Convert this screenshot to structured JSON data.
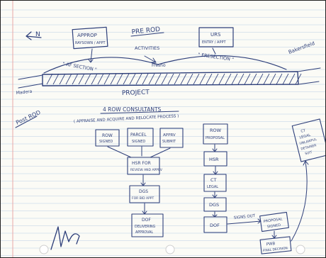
{
  "colors": {
    "paper": "#fbfbf6",
    "rule_line": "#b9cde4",
    "margin_line": "#e8a7a7",
    "ink": "#2e3f7a",
    "border": "#222222"
  },
  "direction_note": "N",
  "phase_pre": "PRE ROD",
  "pre_activities": "ACTIVITIES",
  "box_approp": {
    "line1": "APPROP",
    "line2": "RAYSOWN / APPT"
  },
  "box_urs": {
    "line1": "URS",
    "line2": "ENTRY / APPT"
  },
  "segment_left": "\" AF SECTION \"",
  "segment_right": "\" FRESECTION \"",
  "label_end": "Bakersfield",
  "label_start": "Madera",
  "label_fresno": "Fresno",
  "project_label": "PROJECT",
  "phase_post": "Post ROD",
  "consultants_title": "4 ROW CONSULTANTS",
  "consultants_subtitle": "( APPRAISE AND ACQUIRE AND RELOCATE PROCESS )",
  "col1": {
    "top_boxes": [
      {
        "line1": "ROW",
        "line2": "SIGNED"
      },
      {
        "line1": "PARCEL",
        "line2": "SIGNED"
      },
      {
        "line1": "APPRV",
        "line2": "SUBMIT"
      }
    ],
    "steps": [
      {
        "line1": "HSR FOR",
        "line2": "REVIEW AND APPRV"
      },
      {
        "line1": "DGS",
        "line2": "FOR BID APPT"
      },
      {
        "line1": "DOF",
        "line2": "DELIVERING",
        "line3": "APPROVAL"
      }
    ]
  },
  "col2": {
    "steps": [
      {
        "line1": "ROW",
        "line2": "PROPOSAL"
      },
      {
        "line1": "HSR",
        "line2": ""
      },
      {
        "line1": "CT",
        "line2": "LEGAL"
      },
      {
        "line1": "DGS",
        "line2": ""
      },
      {
        "line1": "DOF",
        "line2": ""
      }
    ],
    "side_note": "SIGNS OUT",
    "side_box": {
      "line1": "PROPOSAL",
      "line2": "SIGNED"
    },
    "final_box": {
      "line1": "PWB",
      "line2": "FINAL DECISION"
    }
  },
  "side_right_box": {
    "line1": "CT",
    "line2": "LEGAL",
    "line3": "UNLAWFUL",
    "line4": "DETAINER",
    "line5": "SUIT"
  },
  "signature_mark": "initials"
}
